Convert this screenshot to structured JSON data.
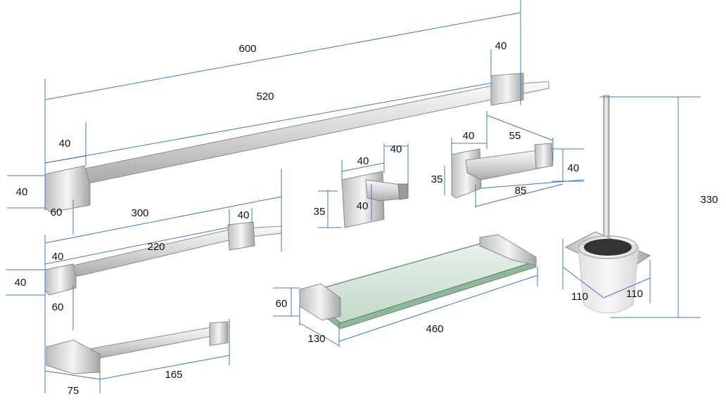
{
  "colors": {
    "dimension_line": "#3a78c8",
    "chrome_light": "#f2f2f2",
    "chrome_mid": "#c9c9c9",
    "chrome_dark": "#9a9a9a",
    "glass": "#cfe3d6",
    "frosted": "#ececec",
    "bristles": "#333333"
  },
  "dimensions": {
    "long_bar": {
      "overall": "600",
      "span": "520",
      "right_bracket": "40",
      "left_bracket": "40",
      "base_height": "40",
      "projection": "60"
    },
    "mid_bar": {
      "overall": "300",
      "span": "220",
      "right_bracket": "40",
      "left_bracket": "40",
      "base_height": "40",
      "projection": "60"
    },
    "towel_ring": {
      "width": "165",
      "depth": "75"
    },
    "robe_hook": {
      "width": "40",
      "depth": "40",
      "height": "35",
      "front": "40"
    },
    "paper_holder": {
      "back": "40",
      "top_width": "55",
      "height": "35",
      "bar_length": "85",
      "depth": "40"
    },
    "glass_shelf": {
      "length": "460",
      "depth": "130",
      "height": "60"
    },
    "toilet_brush": {
      "height": "330",
      "width": "110",
      "depth": "110"
    }
  }
}
